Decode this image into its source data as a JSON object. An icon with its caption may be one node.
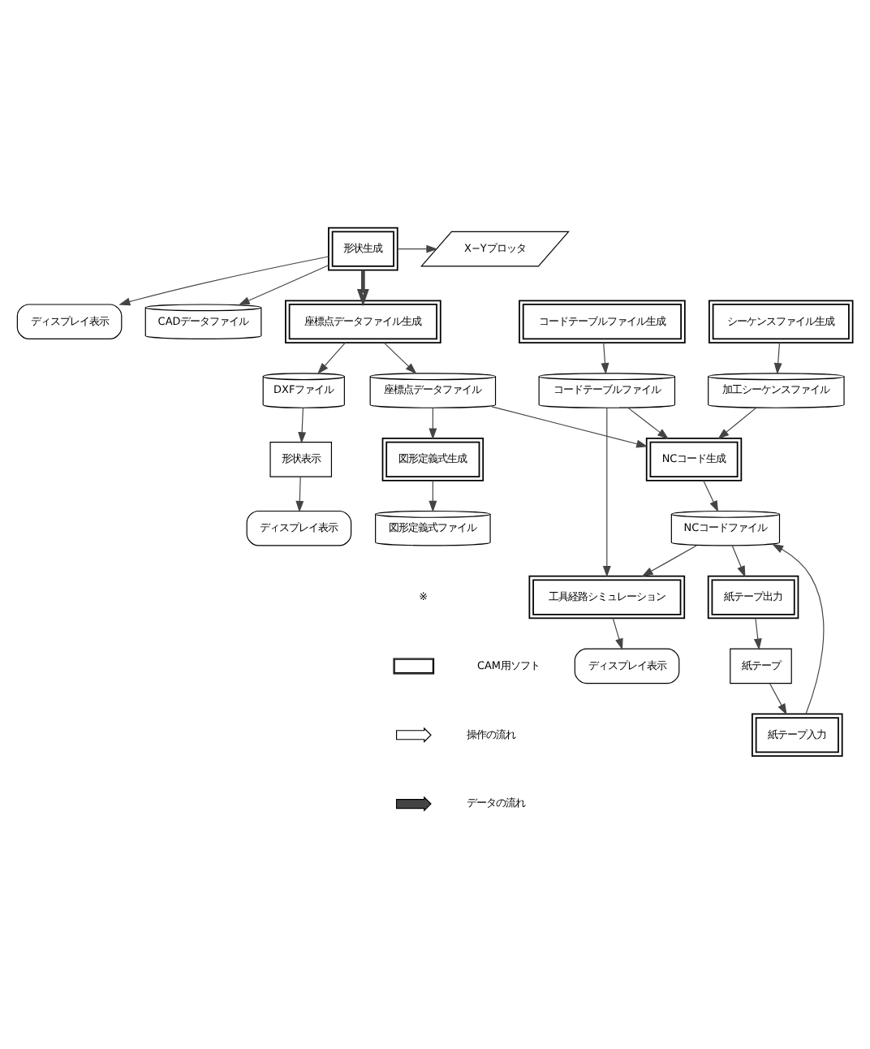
{
  "diagram": {
    "nodes": [
      {
        "text": [
          "形状生成"
        ]
      },
      {
        "text": [
          "ディスプレイ表示"
        ]
      },
      {
        "text": [
          "X−Yプロッタ"
        ]
      },
      {
        "text": [
          "CADデータファイル"
        ]
      },
      {
        "text": [
          "座標点データファイル生成"
        ]
      },
      {
        "text": [
          "シーケンスファイル生成"
        ]
      },
      {
        "text": [
          "コードテーブルファイル生成"
        ]
      },
      {
        "text": [
          "形状表示"
        ]
      },
      {
        "text": [
          "DXFファイル"
        ]
      },
      {
        "text": [
          "座標点データファイル"
        ]
      },
      {
        "text": [
          "加工シーケンスファイル"
        ]
      },
      {
        "text": [
          "コードテーブルファイル"
        ]
      },
      {
        "text": [
          "ディスプレイ表示"
        ]
      },
      {
        "text": [
          "図形定義式生成"
        ]
      },
      {
        "text": [
          "NCコード生成"
        ]
      },
      {
        "text": [
          "図形定義式ファイル"
        ]
      },
      {
        "text": [
          "NCコードファイル"
        ]
      },
      {
        "text": [
          "工具経路シミュレーション"
        ]
      },
      {
        "text": [
          "紙テープ出力"
        ]
      },
      {
        "text": [
          "紙テープ入力"
        ]
      },
      {
        "text": [
          "ディスプレイ表示"
        ]
      },
      {
        "text": [
          "紙テープ"
        ]
      }
    ],
    "edges": [
      {
        "from": 0,
        "to": 1,
        "arrow": "to"
      },
      {
        "from": 0,
        "to": 2,
        "arrow": "to"
      },
      {
        "from": 0,
        "to": 3,
        "arrow": "to"
      },
      {
        "from": 0,
        "to": 4,
        "arrow": "to",
        "style": "thick"
      },
      {
        "from": 4,
        "to": 8,
        "arrow": "to"
      },
      {
        "from": 4,
        "to": 9,
        "arrow": "to"
      },
      {
        "from": 5,
        "to": 10,
        "arrow": "to"
      },
      {
        "from": 6,
        "to": 11,
        "arrow": "to"
      },
      {
        "from": 8,
        "to": 7,
        "arrow": "to"
      },
      {
        "from": 7,
        "to": 12,
        "arrow": "to"
      },
      {
        "from": 9,
        "to": 13,
        "arrow": "to"
      },
      {
        "from": 9,
        "to": 14,
        "arrow": "to"
      },
      {
        "from": 10,
        "to": 14,
        "arrow": "to"
      },
      {
        "from": 11,
        "to": 14,
        "arrow": "to"
      },
      {
        "from": 11,
        "to": 17,
        "arrow": "to"
      },
      {
        "from": 13,
        "to": 15,
        "arrow": "to"
      },
      {
        "from": 14,
        "to": 16,
        "arrow": "to"
      },
      {
        "from": 16,
        "to": 17,
        "arrow": "to"
      },
      {
        "from": 17,
        "to": 20,
        "arrow": "to"
      },
      {
        "from": 16,
        "to": 18,
        "arrow": "to"
      },
      {
        "from": 19,
        "to": 16,
        "arrow": "to"
      },
      {
        "from": 18,
        "to": 21,
        "arrow": "to"
      },
      {
        "from": 21,
        "to": 19,
        "arrow": "to"
      }
    ],
    "labels": [
      "※"
    ],
    "legend": [
      {
        "text": "CAM用ソフト"
      },
      {
        "text": "操作の流れ"
      },
      {
        "text": "データの流れ"
      }
    ]
  }
}
